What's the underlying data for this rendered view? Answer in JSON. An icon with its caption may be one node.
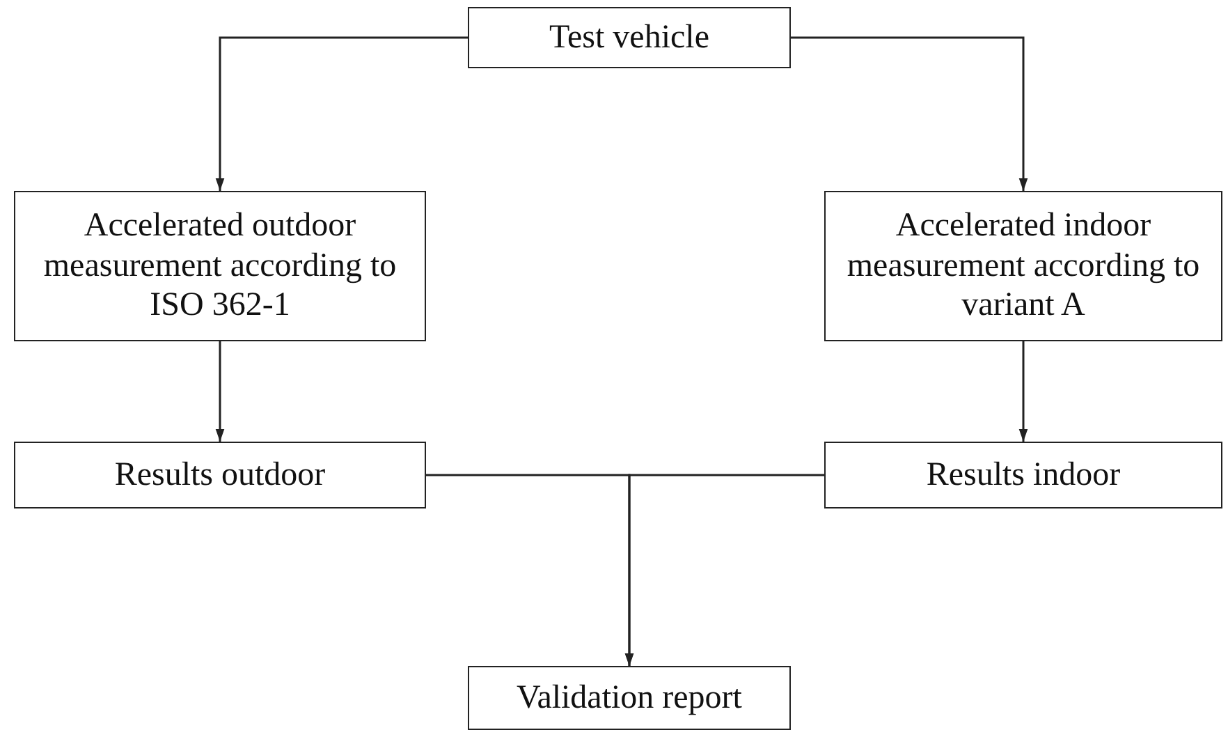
{
  "diagram": {
    "nodes": [
      {
        "text": [
          "Test vehicle"
        ]
      },
      {
        "text": [
          "Accelerated outdoor measurement according to ISO 362-1"
        ]
      },
      {
        "text": [
          "Accelerated indoor measurement according to variant A"
        ]
      },
      {
        "text": [
          "Results outdoor"
        ]
      },
      {
        "text": [
          "Results indoor"
        ]
      },
      {
        "text": [
          "Validation report"
        ]
      }
    ],
    "edges": [
      {
        "from": 0,
        "to": 1,
        "arrow": "to"
      },
      {
        "from": 0,
        "to": 2,
        "arrow": "to"
      },
      {
        "from": 1,
        "to": 3,
        "arrow": "to"
      },
      {
        "from": 2,
        "to": 4,
        "arrow": "to"
      },
      {
        "from": 3,
        "to": 5,
        "arrow": "to"
      },
      {
        "from": 4,
        "to": 5,
        "arrow": "to"
      }
    ]
  }
}
